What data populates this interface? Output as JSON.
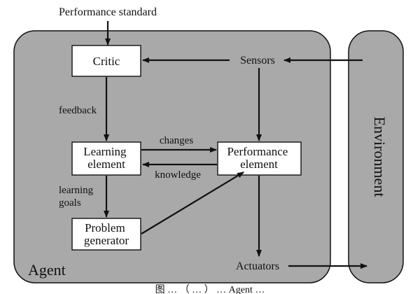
{
  "diagram": {
    "performance_standard": "Performance standard",
    "agent_label": "Agent",
    "environment_label": "Environment",
    "nodes": {
      "critic": "Critic",
      "sensors": "Sensors",
      "learning_element": [
        "Learning",
        "element"
      ],
      "performance_element": [
        "Performance",
        "element"
      ],
      "problem_generator": [
        "Problem",
        "generator"
      ],
      "actuators": "Actuators"
    },
    "edge_labels": {
      "feedback": "feedback",
      "changes": "changes",
      "knowledge": "knowledge",
      "learning_goals": [
        "learning",
        "goals"
      ]
    },
    "caption": "图 … （ … ） … Agent …"
  },
  "colors": {
    "panel_fill": "#a9a9a9",
    "panel_stroke": "#111111",
    "box_fill": "#ffffff",
    "ink": "#111111"
  }
}
